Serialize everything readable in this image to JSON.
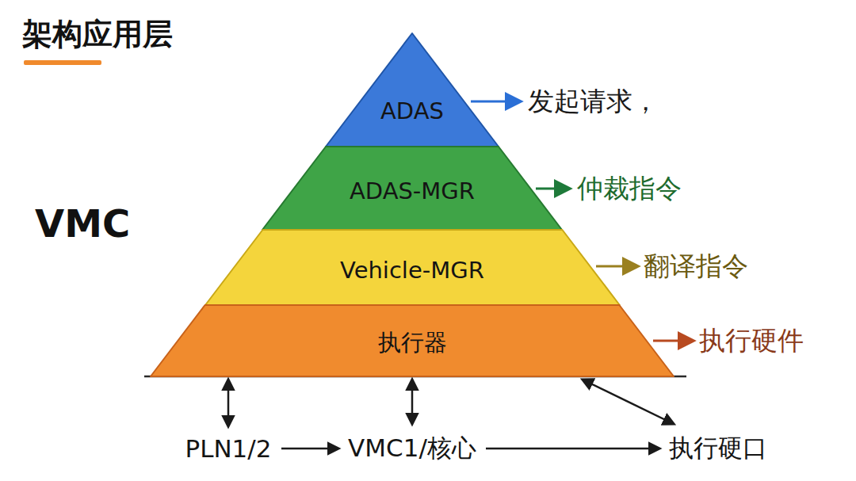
{
  "diagram": {
    "title": "架构应用层",
    "nodes": [
      {
        "text": [
          "ADAS"
        ]
      },
      {
        "text": [
          "ADAS-MGR"
        ]
      },
      {
        "text": [
          "Vehicle-MGR"
        ]
      },
      {
        "text": [
          "执行器"
        ]
      },
      {
        "text": [
          "PLN1/2"
        ]
      },
      {
        "text": [
          "VMC1/核心"
        ]
      },
      {
        "text": [
          "执行硬口"
        ]
      }
    ],
    "edges": [
      {
        "from": 4,
        "to": 5,
        "arrow": "to"
      },
      {
        "from": 5,
        "to": 6,
        "arrow": "to"
      },
      {
        "from": 3,
        "to": 4,
        "arrow": "both"
      },
      {
        "from": 3,
        "to": 5,
        "arrow": "both"
      },
      {
        "from": 3,
        "to": 6,
        "arrow": "both"
      }
    ],
    "labels": [
      "VMC",
      "发起请求，",
      "仲裁指令",
      "翻译指令",
      "执行硬件"
    ]
  }
}
